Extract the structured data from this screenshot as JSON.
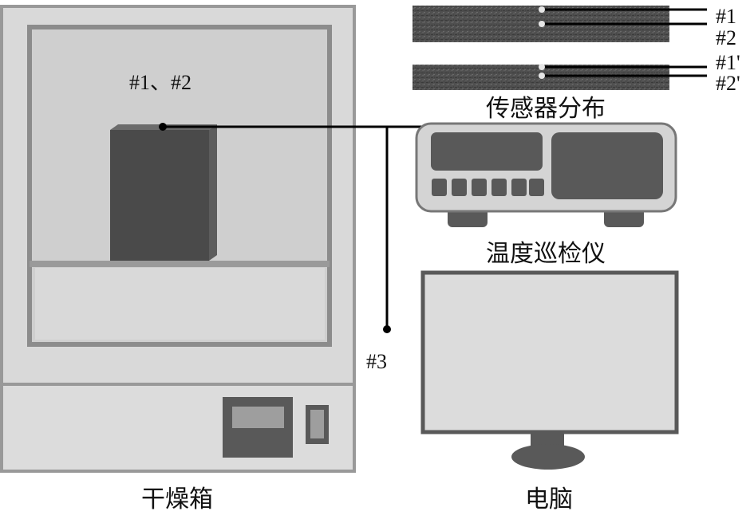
{
  "labels": {
    "oven_sensors": "#1、#2",
    "sensor3": "#3",
    "s1": "#1",
    "s2": "#2",
    "s1p": "#1'",
    "s2p": "#2'",
    "sensor_layout": "传感器分布",
    "logger": "温度巡检仪",
    "oven": "干燥箱",
    "computer": "电脑"
  },
  "colors": {
    "oven_body": "#d9d9d9",
    "oven_frame": "#999999",
    "chamber": "#cfcfcf",
    "sample_block": "#4a4a4a",
    "logger_body": "#d4d4d4",
    "logger_screen": "#595959",
    "monitor_screen": "#dcdcdc",
    "monitor_frame": "#595959",
    "wire": "#000000",
    "sensor_dot": "#e6e6e6"
  }
}
